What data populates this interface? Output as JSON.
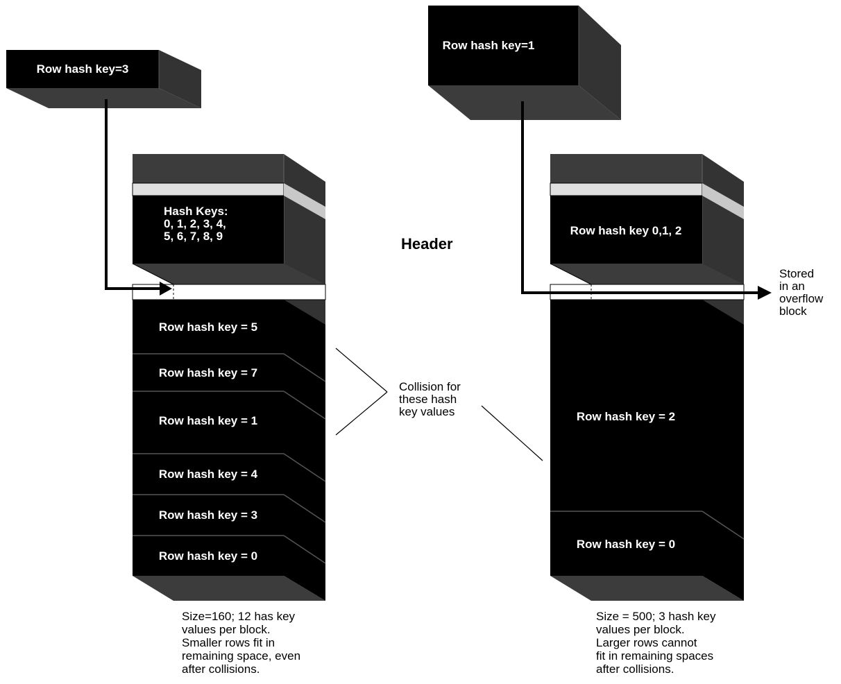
{
  "left_structure": {
    "key_box_label": "Row hash key=3",
    "block_hash_keys": [
      "Hash Keys:",
      "0, 1, 2, 3, 4,",
      "5, 6, 7, 8, 9"
    ],
    "rows": [
      "Row hash key = 5",
      "Row hash key = 7",
      "Row hash key = 1",
      "Row hash key = 4",
      "Row hash key = 3",
      "Row hash key = 0"
    ],
    "caption": [
      "Size=160; 12 has key",
      "values per block.",
      "Smaller rows fit in",
      "remaining space, even",
      "after collisions."
    ]
  },
  "right_structure": {
    "key_box_label": "Row hash key=1",
    "block_label": "Row hash key 0,1, 2",
    "rows": [
      "Row hash key = 2",
      "Row hash key = 0"
    ],
    "overflow_note": [
      "Stored",
      "in an",
      "overflow",
      "block"
    ],
    "caption": [
      "Size = 500; 3 hash key",
      "values per block.",
      "Larger rows cannot",
      "fit in remaining spaces",
      "after collisions."
    ]
  },
  "header_label": "Header",
  "collision_note": [
    "Collision for",
    "these hash",
    "key values"
  ],
  "colors": {
    "block": "#000000",
    "side_face": "#333333",
    "cap_face": "#3c3c3c",
    "header_stripe": "#e0e0e0",
    "header_stripe_side": "#c8c8c8"
  }
}
